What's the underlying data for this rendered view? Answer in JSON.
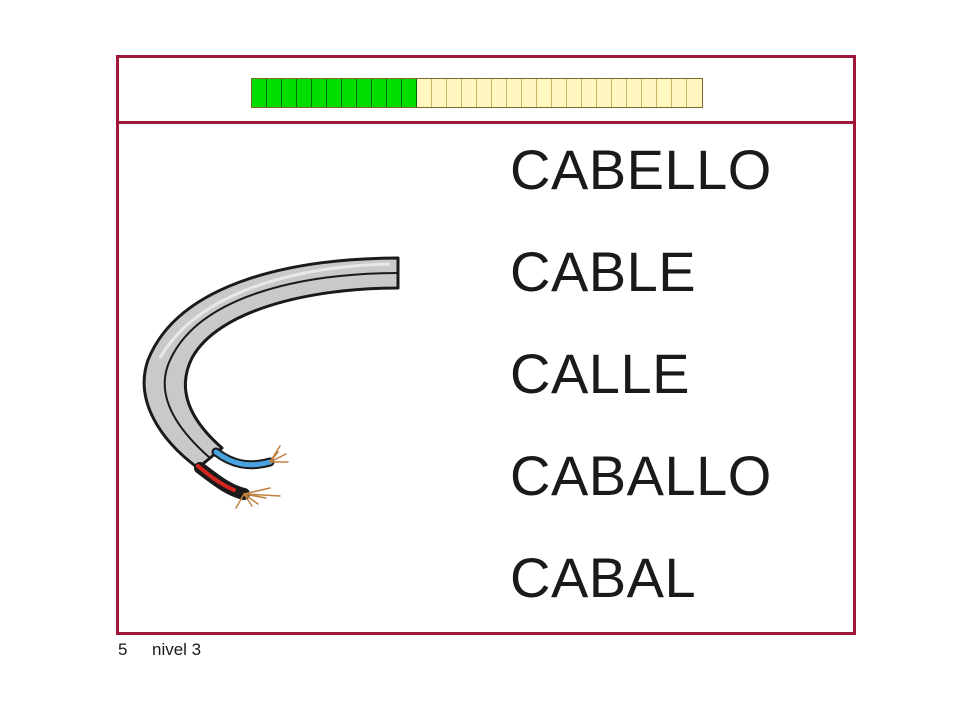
{
  "progress": {
    "filled": 11,
    "total": 30,
    "filled_color": "#00dd00",
    "empty_color": "#fff7bf"
  },
  "options": [
    "CABELLO",
    "CABLE",
    "CALLE",
    "CABALLO",
    "CABAL"
  ],
  "picture": {
    "icon": "electric-cable-icon"
  },
  "footer": {
    "page_number": "5",
    "level_label": "nivel 3"
  },
  "colors": {
    "frame": "#a0173a"
  }
}
